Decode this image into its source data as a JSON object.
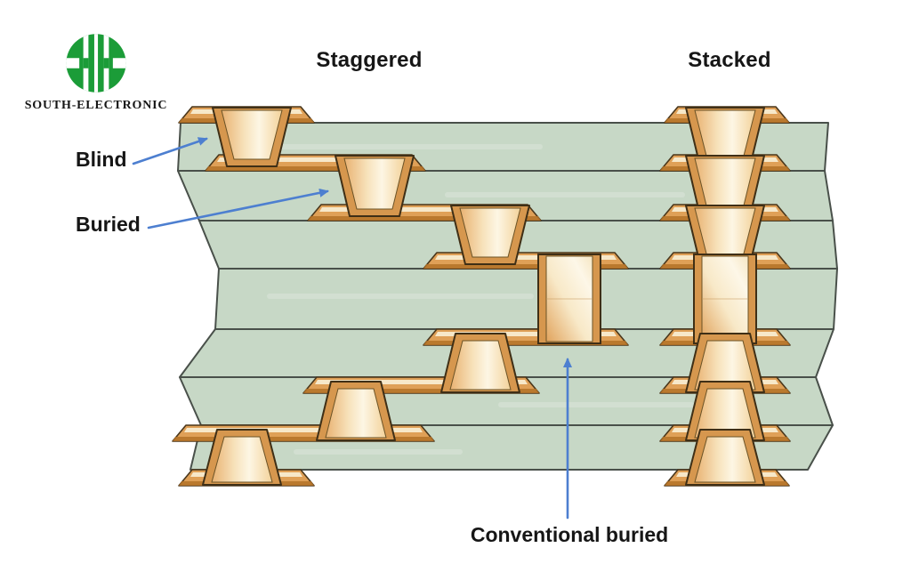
{
  "logo": {
    "company": "SOUTH-ELECTRONIC"
  },
  "headings": {
    "staggered": "Staggered",
    "stacked": "Stacked"
  },
  "callouts": {
    "blind": "Blind",
    "buried": "Buried",
    "conventional_buried": "Conventional buried"
  },
  "diagram": {
    "type": "pcb-microvia-cross-section",
    "layer_count": 7,
    "staggered_via_count": 7,
    "stacked_via_count": 7,
    "via_types_labeled": [
      "Blind",
      "Buried",
      "Conventional buried"
    ],
    "colors": {
      "substrate_green": "#c7d8c6",
      "layer_outline": "#49504a",
      "copper": "#dfa057",
      "copper_highlight": "#f8ecd0",
      "copper_shadow": "#b47227",
      "copper_wall": "#d6974e",
      "copper_outline": "#4a371c",
      "via_outline": "#3f2f16",
      "arrow_blue": "#4d7fd0",
      "logo_green": "#1b9c38",
      "text": "#161616"
    }
  }
}
